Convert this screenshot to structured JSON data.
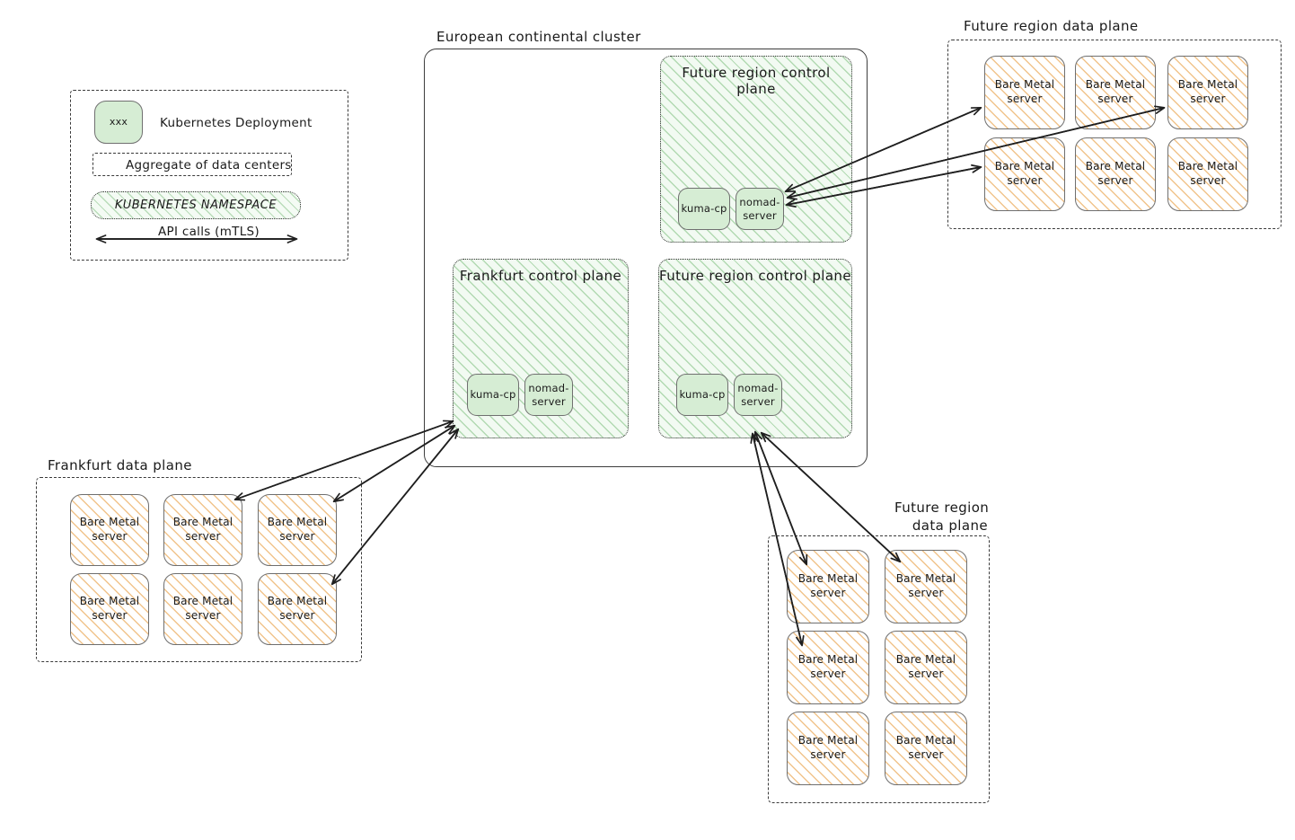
{
  "legend": {
    "pod_sample_label": "xxx",
    "deployment_text": "Kubernetes Deployment",
    "aggregate_text": "Aggregate of data centers",
    "namespace_text": "KUBERNETES NAMESPACE",
    "api_calls_text": "API calls (mTLS)"
  },
  "cluster": {
    "title": "European continental cluster"
  },
  "control_planes": [
    {
      "id": "future-top",
      "title": "Future region control plane",
      "pods": [
        "kuma-cp",
        "nomad-server"
      ]
    },
    {
      "id": "frankfurt",
      "title": "Frankfurt control plane",
      "pods": [
        "kuma-cp",
        "nomad-server"
      ]
    },
    {
      "id": "future-bottom",
      "title": "Future region control plane",
      "pods": [
        "kuma-cp",
        "nomad-server"
      ]
    }
  ],
  "data_planes": [
    {
      "id": "future-top-right",
      "title": "Future region data plane",
      "title_lines": [
        "Future region data plane"
      ],
      "servers": [
        "Bare Metal server",
        "Bare Metal server",
        "Bare Metal server",
        "Bare Metal server",
        "Bare Metal server",
        "Bare Metal server"
      ]
    },
    {
      "id": "frankfurt",
      "title": "Frankfurt data plane",
      "title_lines": [
        "Frankfurt data plane"
      ],
      "servers": [
        "Bare Metal server",
        "Bare Metal server",
        "Bare Metal server",
        "Bare Metal server",
        "Bare Metal server",
        "Bare Metal server"
      ]
    },
    {
      "id": "future-bottom-right",
      "title": "Future region data plane",
      "title_lines": [
        "Future region",
        "data plane"
      ],
      "servers": [
        "Bare Metal server",
        "Bare Metal server",
        "Bare Metal server",
        "Bare Metal server",
        "Bare Metal server",
        "Bare Metal server"
      ]
    }
  ],
  "server_label": {
    "line1": "Bare Metal",
    "line2": "server"
  },
  "pod_labels": {
    "kuma_cp": "kuma-cp",
    "nomad_server_line1": "nomad-",
    "nomad_server_line2": "server"
  },
  "colors": {
    "pod_fill": "#d6edd4",
    "namespace_hatch": "#7ebe7e",
    "server_hatch": "#e8a046",
    "stroke": "#3d3d3d",
    "text": "#1a1a1a"
  }
}
